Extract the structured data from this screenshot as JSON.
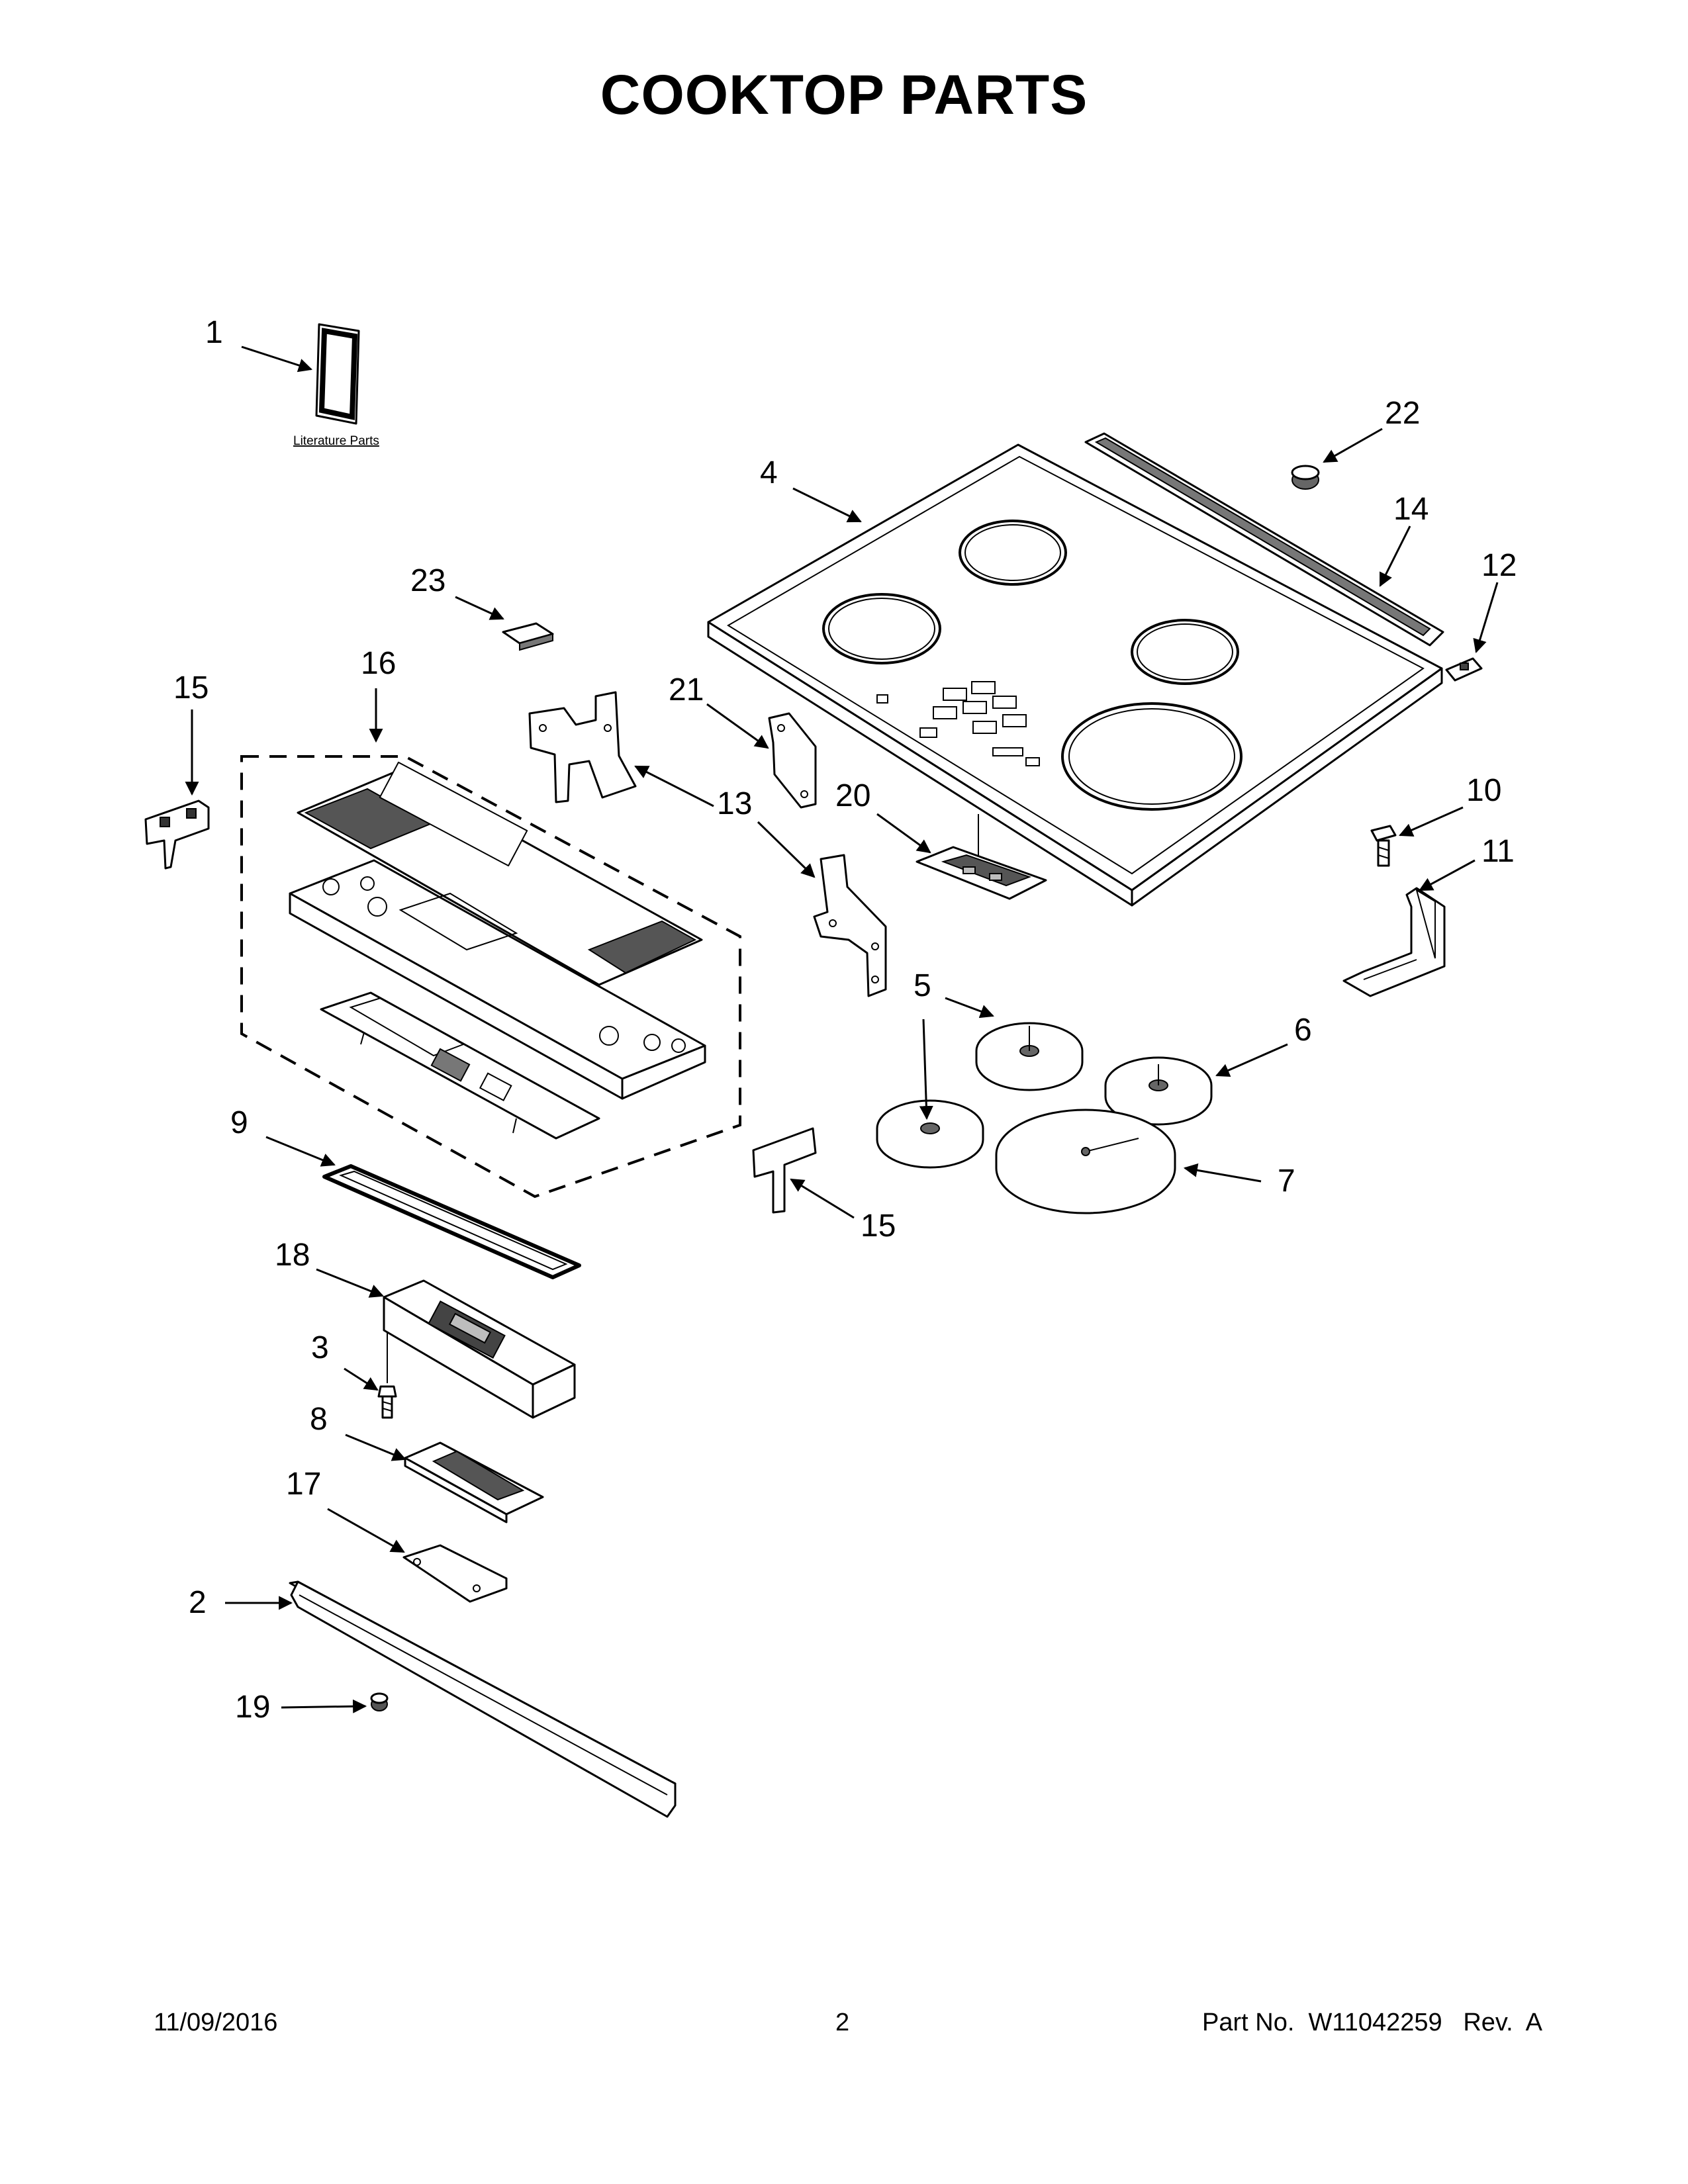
{
  "title": "COOKTOP PARTS",
  "literature_label": "Literature Parts",
  "callouts": {
    "c1": "1",
    "c2": "2",
    "c3": "3",
    "c4": "4",
    "c5": "5",
    "c6": "6",
    "c7": "7",
    "c8": "8",
    "c9": "9",
    "c10": "10",
    "c11": "11",
    "c12": "12",
    "c13": "13",
    "c14": "14",
    "c15a": "15",
    "c15b": "15",
    "c16": "16",
    "c17": "17",
    "c18": "18",
    "c19": "19",
    "c20": "20",
    "c21": "21",
    "c22": "22",
    "c23": "23"
  },
  "footer": {
    "date": "11/09/2016",
    "page": "2",
    "part": "Part No.  W11042259   Rev.  A"
  }
}
